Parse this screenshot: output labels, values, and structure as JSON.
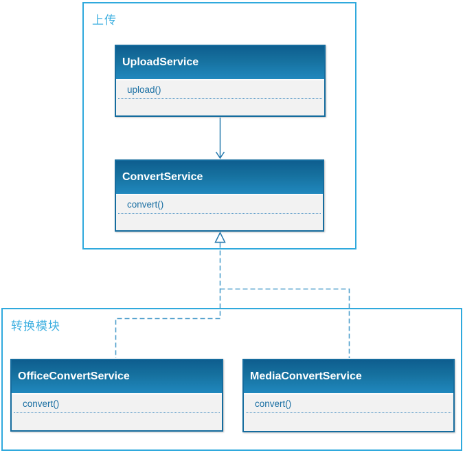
{
  "containers": {
    "upload": {
      "label": "上传"
    },
    "convert_module": {
      "label": "转换模块"
    }
  },
  "classes": {
    "upload_service": {
      "name": "UploadService",
      "methods": [
        "upload()"
      ]
    },
    "convert_service": {
      "name": "ConvertService",
      "methods": [
        "convert()"
      ]
    },
    "office_convert_service": {
      "name": "OfficeConvertService",
      "methods": [
        "convert()"
      ]
    },
    "media_convert_service": {
      "name": "MediaConvertService",
      "methods": [
        "convert()"
      ]
    }
  },
  "relationships": [
    {
      "from": "UploadService",
      "to": "ConvertService",
      "type": "directed-association",
      "line": "solid",
      "arrowhead": "open-v"
    },
    {
      "from": "OfficeConvertService",
      "to": "ConvertService",
      "type": "realization",
      "line": "dashed",
      "arrowhead": "hollow-triangle"
    },
    {
      "from": "MediaConvertService",
      "to": "ConvertService",
      "type": "realization",
      "line": "dashed",
      "arrowhead": "hollow-triangle"
    }
  ],
  "colors": {
    "container_border": "#2FA9DD",
    "container_label": "#3FB0E0",
    "class_border": "#156C9E",
    "class_header_gradient_top": "#0E5E8F",
    "class_header_gradient_bottom": "#2088BE",
    "class_header_text": "#FFFFFF",
    "class_body_background": "#F2F2F2",
    "method_text": "#1A6FA3",
    "method_separator_dotted": "#5195C5",
    "solid_connector": "#2478AD",
    "dashed_connector": "#4C9DCB",
    "page_background": "#FFFFFF"
  }
}
